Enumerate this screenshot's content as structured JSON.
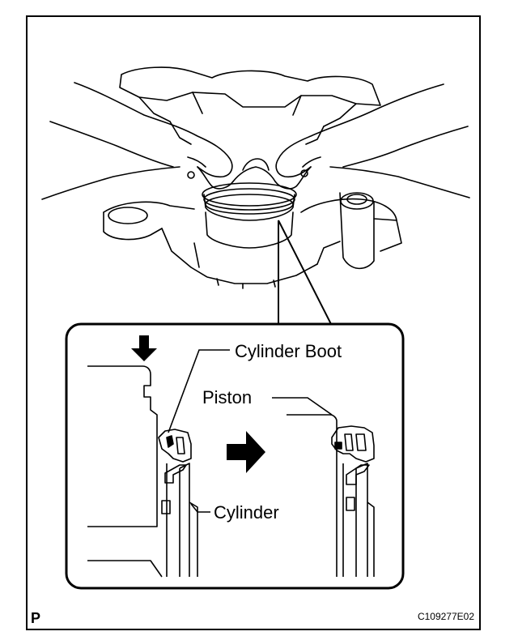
{
  "labels": {
    "cylinder_boot": "Cylinder Boot",
    "piston": "Piston",
    "cylinder": "Cylinder"
  },
  "footer": {
    "corner_mark": "P",
    "figure_code": "C109277E02"
  },
  "icons": {
    "press_arrow": "arrow-down-icon",
    "result_arrow": "arrow-right-icon"
  },
  "colors": {
    "ink": "#000000",
    "paper": "#ffffff"
  }
}
